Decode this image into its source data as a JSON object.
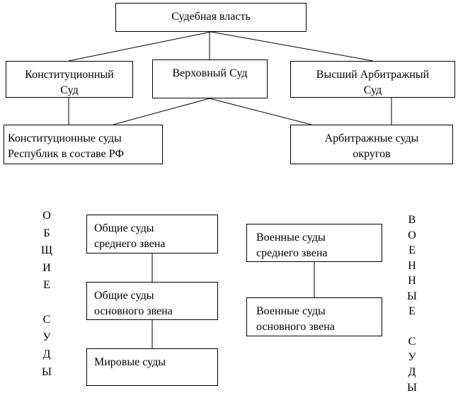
{
  "diagram": {
    "root": "Судебная власть",
    "constitutional_court": "Конституционный\nСуд",
    "supreme_court": "Верховный Суд",
    "higher_arbitration_court": "Высший Арбитражный\nСуд",
    "constitutional_courts_republics": "Конституционные суды\nРеспублик в составе РФ",
    "arbitration_courts_districts": "Арбитражные суды\nокругов",
    "general_courts_middle": "Общие суды\nсреднего звена",
    "general_courts_basic": "Общие суды\nосновного звена",
    "magistrate_courts": "Мировые суды",
    "military_courts_middle": "Военные суды\nсреднего звена",
    "military_courts_basic": "Военные суды\nосновного звена",
    "label_general_courts": "О\nБ\nЩ\nИ\nЕ\n\nС\nУ\nД\nЫ",
    "label_military_courts": "В\nО\nЕ\nН\nН\nЫ\nЕ\n\nС\nУ\nД\nЫ",
    "line_color": "#000000"
  }
}
